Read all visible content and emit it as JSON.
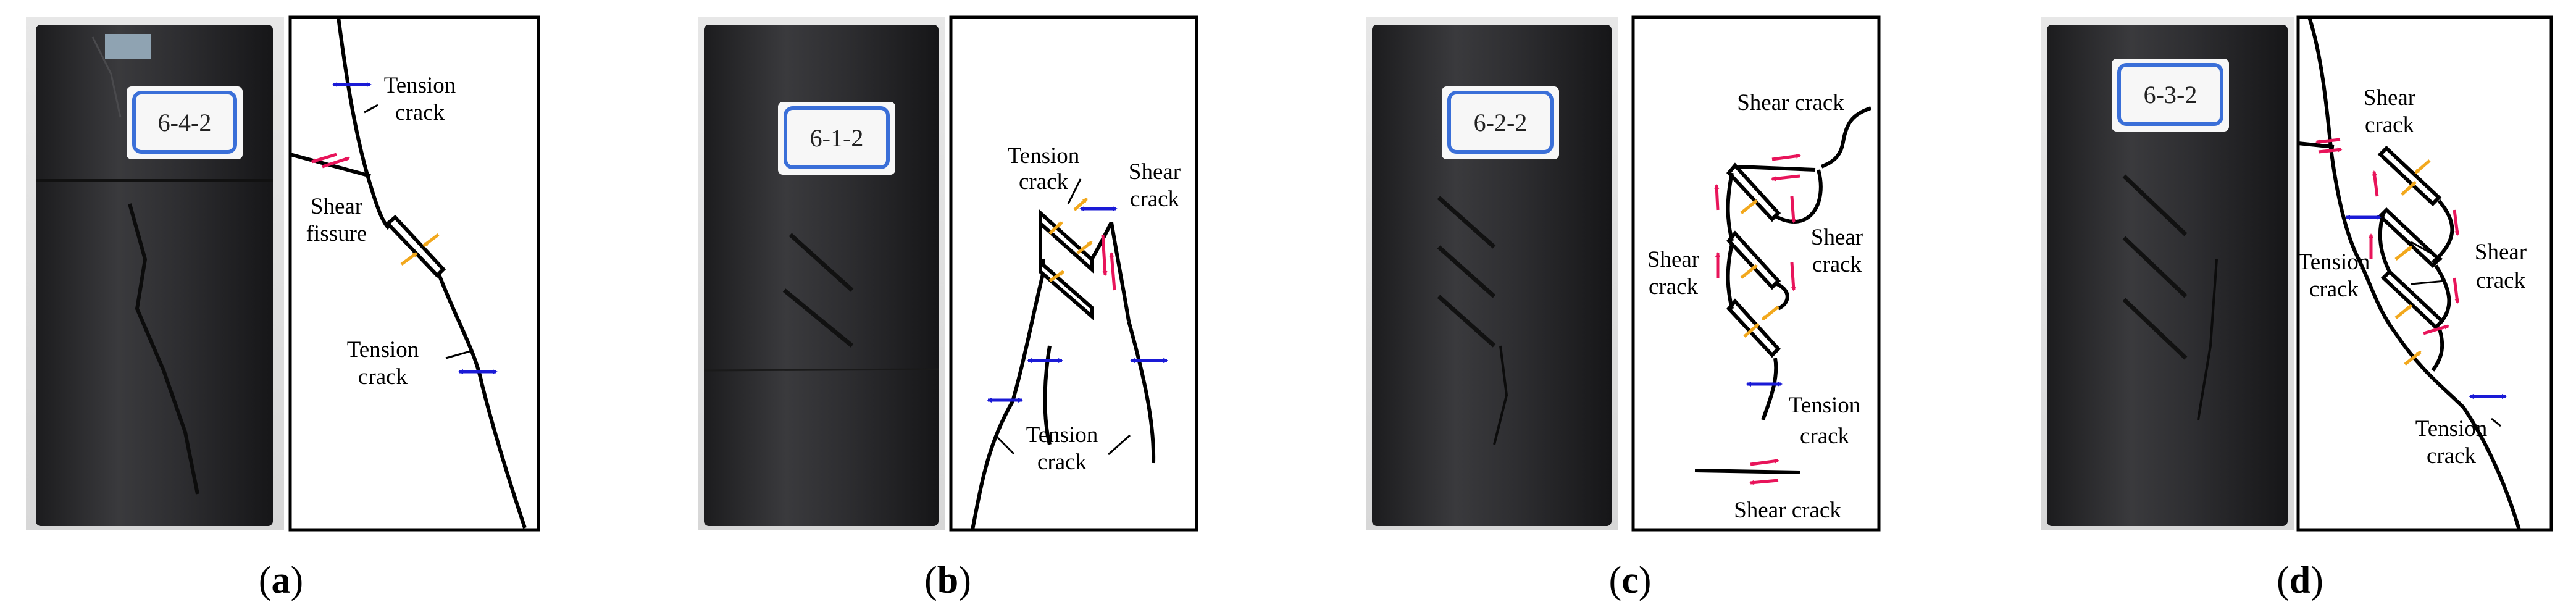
{
  "panels": [
    {
      "id": "a",
      "caption_letter": "a",
      "sample_tag": "6-4-2",
      "labels": {
        "tension_top_1": "Tension",
        "tension_top_2": "crack",
        "shear_1": "Shear",
        "shear_2": "fissure",
        "tension_bot_1": "Tension",
        "tension_bot_2": "crack"
      }
    },
    {
      "id": "b",
      "caption_letter": "b",
      "sample_tag": "6-1-2",
      "labels": {
        "tension_top_1": "Tension",
        "tension_top_2": "crack",
        "shear_1": "Shear",
        "shear_2": "crack",
        "tension_bot_1": "Tension",
        "tension_bot_2": "crack"
      }
    },
    {
      "id": "c",
      "caption_letter": "c",
      "sample_tag": "6-2-2",
      "labels": {
        "shear_top": "Shear crack",
        "shear_left_1": "Shear",
        "shear_left_2": "crack",
        "shear_right_1": "Shear",
        "shear_right_2": "crack",
        "tension_1": "Tension",
        "tension_2": "crack",
        "shear_bottom": "Shear crack"
      }
    },
    {
      "id": "d",
      "caption_letter": "d",
      "sample_tag": "6-3-2",
      "labels": {
        "shear_top_1": "Shear",
        "shear_top_2": "crack",
        "tension_left_1": "Tension",
        "tension_left_2": "crack",
        "shear_right_1": "Shear",
        "shear_right_2": "crack",
        "tension_bot_1": "Tension",
        "tension_bot_2": "crack"
      }
    }
  ],
  "colors": {
    "tension_arrow": "#1a1ad6",
    "shear_arrow": "#e8145a",
    "compression_arrow": "#f2a81d",
    "line": "#000000",
    "rock": "#2a2a2c",
    "tag_border": "#3a6fd8"
  }
}
